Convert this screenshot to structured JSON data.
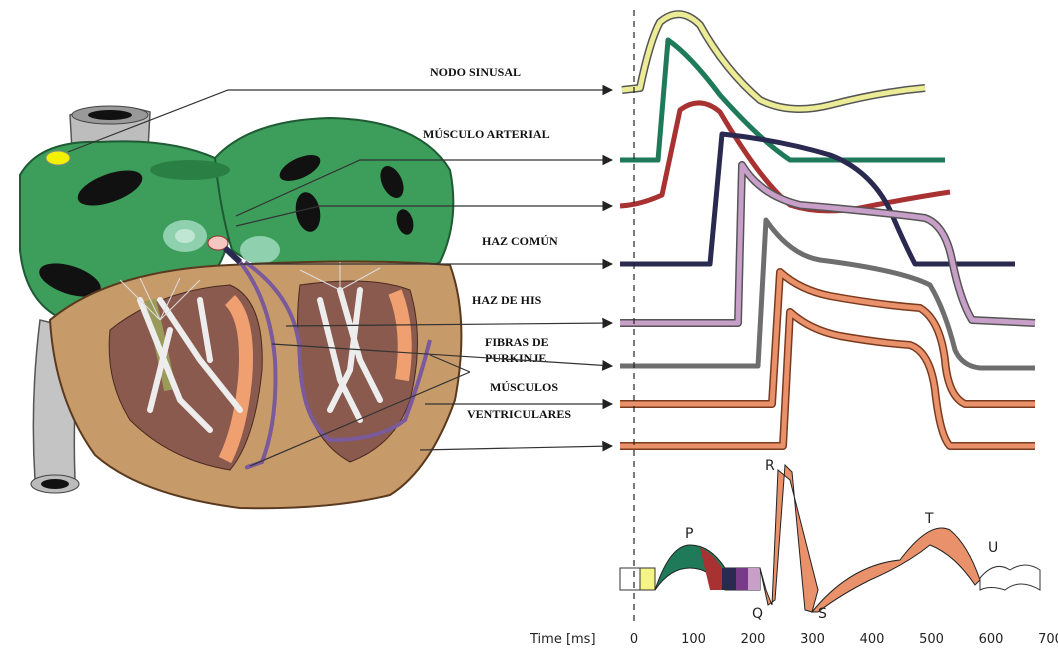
{
  "labels": {
    "nodo_sinusal": "NODO SINUSAL",
    "musculo_arterial": "MÚSCULO ARTERIAL",
    "haz_comun": "HAZ COMÚN",
    "haz_de_his": "HAZ DE HIS",
    "fibras_1": "FIBRAS DE",
    "fibras_2": "PURKINJE",
    "musculos": "MÚSCULOS",
    "ventriculares": "VENTRICULARES"
  },
  "ecg": {
    "p": "P",
    "q": "Q",
    "r": "R",
    "s": "S",
    "t": "T",
    "u": "U"
  },
  "axis": {
    "label": "Time [ms]",
    "ticks": [
      "0",
      "100",
      "200",
      "300",
      "400",
      "500",
      "600",
      "700"
    ]
  },
  "colors": {
    "sinus": "#ECEC96",
    "atrial": "#1E7A58",
    "atrial2": "#A83232",
    "common_bundle": "#2A2A50",
    "his_bundle": "#C79FC8",
    "purkinje": "#6E6E6E",
    "ventricular": "#E9916A",
    "atria_green": "#3C9E5A",
    "ventricle_tan": "#C79A6A"
  }
}
